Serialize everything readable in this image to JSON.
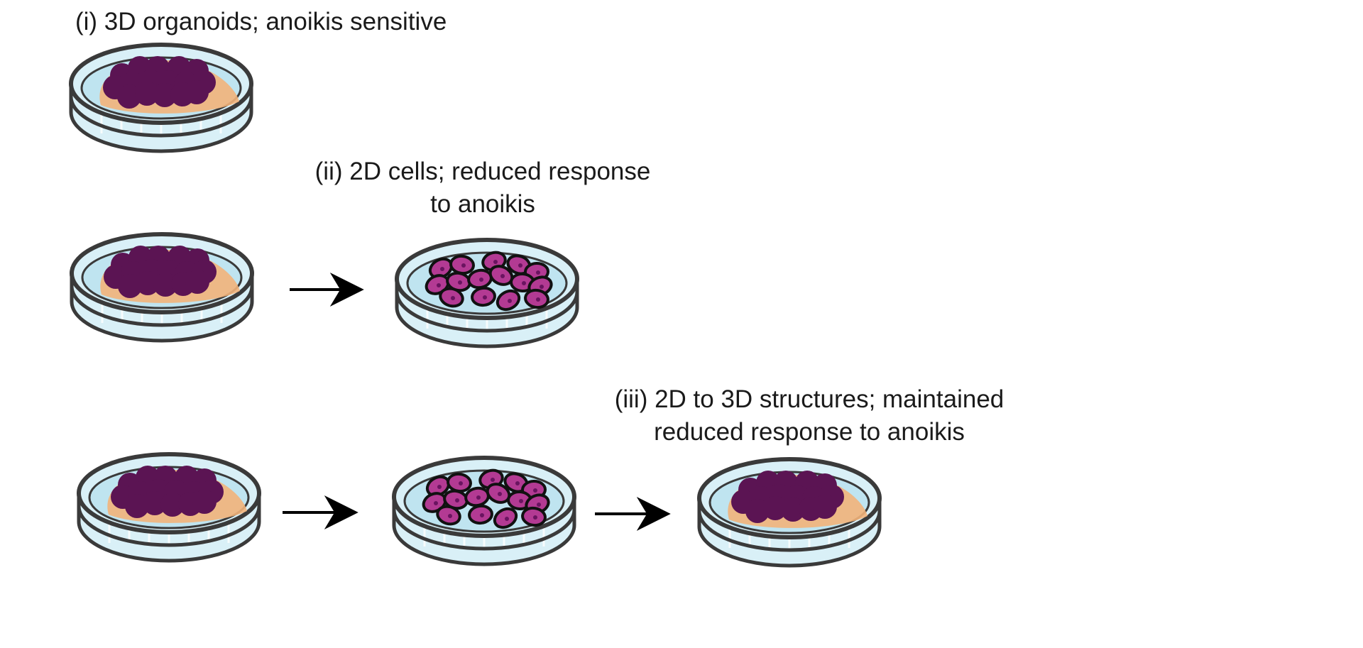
{
  "captions": {
    "i": "(i) 3D organoids; anoikis sensitive",
    "ii_line1": "(ii) 2D cells; reduced response",
    "ii_line2": "to anoikis",
    "iii_line1": "(iii) 2D to 3D structures; maintained",
    "iii_line2": "reduced response to anoikis"
  },
  "colors": {
    "dish_outline": "#3a3a3a",
    "dish_fill": "#d9f0f7",
    "medium": "#bfe4f0",
    "matrix": "#f2b27a",
    "organoid": "#5b1453",
    "cell_fill": "#b33a93",
    "cell_nucleus": "#6a1460",
    "arrow": "#000000"
  },
  "rows": [
    {
      "dishes": [
        "3d"
      ]
    },
    {
      "dishes": [
        "3d",
        "2d"
      ]
    },
    {
      "dishes": [
        "3d",
        "2d",
        "3d"
      ]
    }
  ]
}
